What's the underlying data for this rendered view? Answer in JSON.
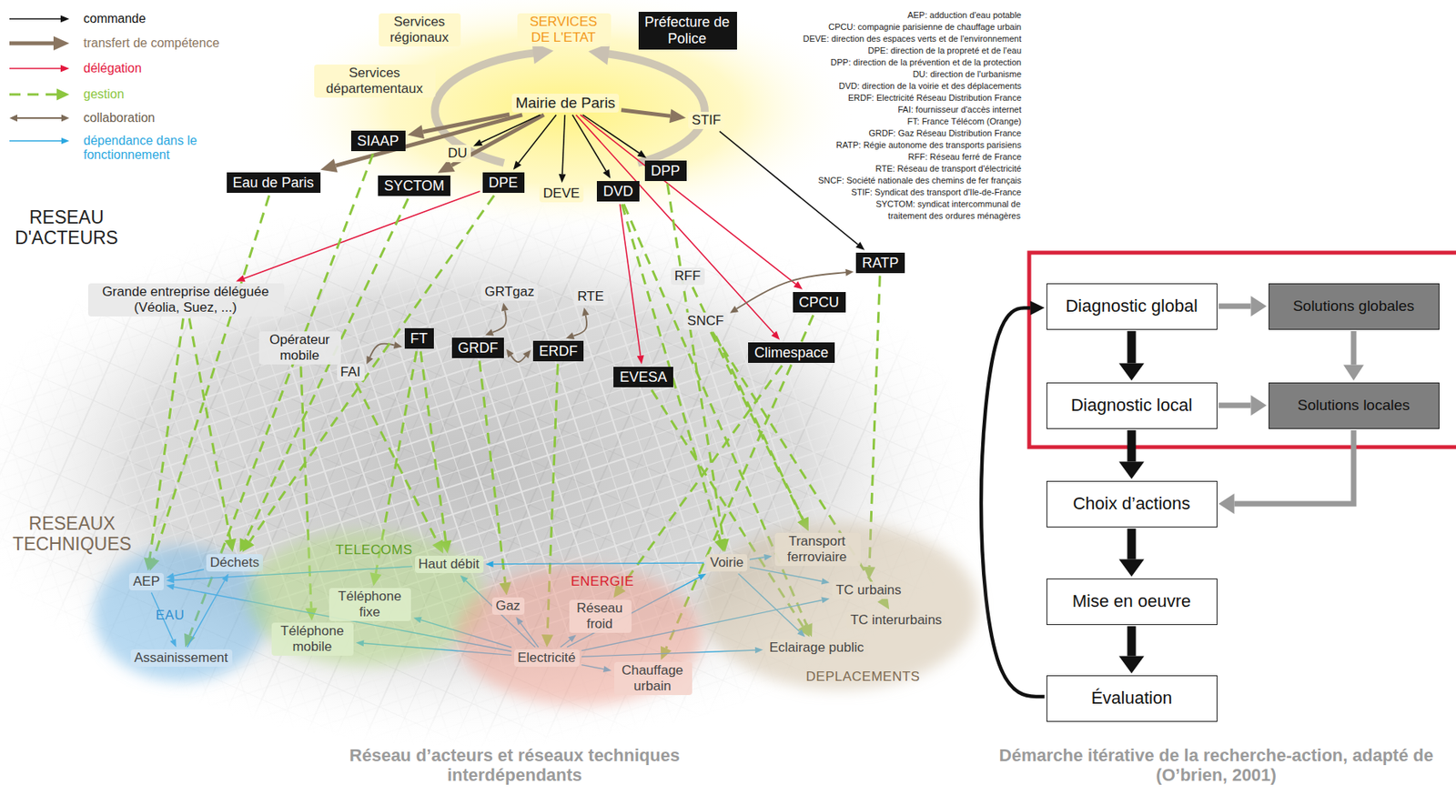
{
  "diagram": {
    "nodes": [
      {
        "text": [
          "Préfecture de Police"
        ]
      },
      {
        "text": [
          "Mairie de Paris"
        ]
      },
      {
        "text": [
          "SIAAP"
        ]
      },
      {
        "text": [
          "STIF"
        ]
      },
      {
        "text": [
          "DU"
        ]
      },
      {
        "text": [
          "Eau de Paris"
        ]
      },
      {
        "text": [
          "SYCTOM"
        ]
      },
      {
        "text": [
          "DPE"
        ]
      },
      {
        "text": [
          "DEVE"
        ]
      },
      {
        "text": [
          "DVD"
        ]
      },
      {
        "text": [
          "DPP"
        ]
      },
      {
        "text": [
          "RATP"
        ]
      },
      {
        "text": [
          "Grande entreprise déléguée (Véolia, Suez, ...)"
        ]
      },
      {
        "text": [
          "GRTgaz"
        ]
      },
      {
        "text": [
          "RTE"
        ]
      },
      {
        "text": [
          "RFF"
        ]
      },
      {
        "text": [
          "CPCU"
        ]
      },
      {
        "text": [
          "SNCF"
        ]
      },
      {
        "text": [
          "Opérateur mobile"
        ]
      },
      {
        "text": [
          "FT"
        ]
      },
      {
        "text": [
          "GRDF"
        ]
      },
      {
        "text": [
          "ERDF"
        ]
      },
      {
        "text": [
          "Climespace"
        ]
      },
      {
        "text": [
          "FAI"
        ]
      },
      {
        "text": [
          "EVESA"
        ]
      },
      {
        "text": [
          "EAU"
        ]
      },
      {
        "text": [
          "AEP"
        ],
        "in": 25
      },
      {
        "text": [
          "Déchets"
        ],
        "in": 25
      },
      {
        "text": [
          "Assainissement"
        ],
        "in": 25
      },
      {
        "text": [
          "TELECOMS"
        ]
      },
      {
        "text": [
          "Haut débit"
        ],
        "in": 29
      },
      {
        "text": [
          "Téléphone fixe"
        ],
        "in": 29
      },
      {
        "text": [
          "Téléphone mobile"
        ],
        "in": 29
      },
      {
        "text": [
          "ENERGIE"
        ]
      },
      {
        "text": [
          "Gaz"
        ],
        "in": 33
      },
      {
        "text": [
          "Réseau froid"
        ],
        "in": 33
      },
      {
        "text": [
          "Electricité"
        ],
        "in": 33
      },
      {
        "text": [
          "Chauffage urbain"
        ],
        "in": 33
      },
      {
        "text": [
          "DEPLACEMENTS"
        ]
      },
      {
        "text": [
          "Transport ferroviaire"
        ],
        "in": 38
      },
      {
        "text": [
          "Voirie"
        ],
        "in": 38
      },
      {
        "text": [
          "TC urbains"
        ],
        "in": 38
      },
      {
        "text": [
          "TC interurbains"
        ],
        "in": 38
      },
      {
        "text": [
          "Eclairage public"
        ],
        "in": 38
      },
      {
        "text": [
          "Diagnostic global"
        ]
      },
      {
        "text": [
          "Solutions globales"
        ]
      },
      {
        "text": [
          "Diagnostic local"
        ]
      },
      {
        "text": [
          "Solutions locales"
        ]
      },
      {
        "text": [
          "Choix d’actions"
        ]
      },
      {
        "text": [
          "Mise en oeuvre"
        ]
      },
      {
        "text": [
          "Évaluation"
        ]
      }
    ],
    "edges": [
      {
        "from": 1,
        "to": 2,
        "arrow": "to"
      },
      {
        "from": 1,
        "to": 5,
        "arrow": "to"
      },
      {
        "from": 1,
        "to": 6,
        "arrow": "to"
      },
      {
        "from": 1,
        "to": 3,
        "arrow": "to"
      },
      {
        "from": 1,
        "to": 4,
        "arrow": "to"
      },
      {
        "from": 1,
        "to": 7,
        "arrow": "to"
      },
      {
        "from": 1,
        "to": 8,
        "arrow": "to"
      },
      {
        "from": 1,
        "to": 9,
        "arrow": "to"
      },
      {
        "from": 1,
        "to": 10,
        "arrow": "to"
      },
      {
        "from": 3,
        "to": 11,
        "arrow": "to"
      },
      {
        "from": 7,
        "to": 12,
        "arrow": "to"
      },
      {
        "from": 9,
        "to": 24,
        "arrow": "to"
      },
      {
        "from": 1,
        "to": 16,
        "arrow": "to"
      },
      {
        "from": 1,
        "to": 22,
        "arrow": "to"
      },
      {
        "from": 19,
        "to": 23,
        "arrow": "both"
      },
      {
        "from": 20,
        "to": 13,
        "arrow": "both"
      },
      {
        "from": 20,
        "to": 21,
        "arrow": "both"
      },
      {
        "from": 21,
        "to": 14,
        "arrow": "both"
      },
      {
        "from": 11,
        "to": 17,
        "arrow": "both"
      },
      {
        "from": 12,
        "to": 26,
        "arrow": "to"
      },
      {
        "from": 12,
        "to": 27,
        "arrow": "to"
      },
      {
        "from": 5,
        "to": 26,
        "arrow": "to"
      },
      {
        "from": 2,
        "to": 28,
        "arrow": "to"
      },
      {
        "from": 6,
        "to": 27,
        "arrow": "to"
      },
      {
        "from": 7,
        "to": 27,
        "arrow": "to"
      },
      {
        "from": 18,
        "to": 32,
        "arrow": "to"
      },
      {
        "from": 19,
        "to": 31,
        "arrow": "to"
      },
      {
        "from": 19,
        "to": 30,
        "arrow": "to"
      },
      {
        "from": 23,
        "to": 30,
        "arrow": "to"
      },
      {
        "from": 20,
        "to": 34,
        "arrow": "to"
      },
      {
        "from": 21,
        "to": 36,
        "arrow": "to"
      },
      {
        "from": 9,
        "to": 40,
        "arrow": "to"
      },
      {
        "from": 9,
        "to": 43,
        "arrow": "to"
      },
      {
        "from": 24,
        "to": 43,
        "arrow": "to"
      },
      {
        "from": 16,
        "to": 37,
        "arrow": "to"
      },
      {
        "from": 22,
        "to": 35,
        "arrow": "to"
      },
      {
        "from": 11,
        "to": 41,
        "arrow": "to"
      },
      {
        "from": 17,
        "to": 39,
        "arrow": "to"
      },
      {
        "from": 17,
        "to": 42,
        "arrow": "to"
      },
      {
        "from": 15,
        "to": 39,
        "arrow": "to"
      },
      {
        "from": 10,
        "to": 40,
        "arrow": "to"
      },
      {
        "from": 26,
        "to": 28,
        "arrow": "to"
      },
      {
        "from": 27,
        "to": 26,
        "arrow": "to"
      },
      {
        "from": 28,
        "to": 27,
        "arrow": "to"
      },
      {
        "from": 30,
        "to": 26,
        "arrow": "to"
      },
      {
        "from": 40,
        "to": 30,
        "arrow": "to"
      },
      {
        "from": 36,
        "to": 26,
        "arrow": "to"
      },
      {
        "from": 36,
        "to": 31,
        "arrow": "to"
      },
      {
        "from": 36,
        "to": 32,
        "arrow": "to"
      },
      {
        "from": 36,
        "to": 30,
        "arrow": "to"
      },
      {
        "from": 36,
        "to": 34,
        "arrow": "to"
      },
      {
        "from": 36,
        "to": 35,
        "arrow": "to"
      },
      {
        "from": 36,
        "to": 37,
        "arrow": "to"
      },
      {
        "from": 36,
        "to": 40,
        "arrow": "to"
      },
      {
        "from": 36,
        "to": 41,
        "arrow": "to"
      },
      {
        "from": 36,
        "to": 43,
        "arrow": "to"
      },
      {
        "from": 40,
        "to": 41,
        "arrow": "to"
      },
      {
        "from": 40,
        "to": 43,
        "arrow": "to"
      },
      {
        "from": 40,
        "to": 39,
        "arrow": "to"
      },
      {
        "from": 44,
        "to": 45,
        "arrow": "to"
      },
      {
        "from": 44,
        "to": 46,
        "arrow": "to"
      },
      {
        "from": 45,
        "to": 47,
        "arrow": "to"
      },
      {
        "from": 46,
        "to": 47,
        "arrow": "to"
      },
      {
        "from": 46,
        "to": 48,
        "arrow": "to"
      },
      {
        "from": 47,
        "to": 48,
        "arrow": "to"
      },
      {
        "from": 48,
        "to": 49,
        "arrow": "to"
      },
      {
        "from": 49,
        "to": 50,
        "arrow": "to"
      },
      {
        "from": 50,
        "to": 44,
        "arrow": "to"
      }
    ],
    "labels": [
      "Services régionaux",
      "SERVICES DE L'ETAT",
      "Services départementaux",
      "RESEAU D'ACTEURS",
      "AEP: adduction d'eau potable",
      "CPCU: compagnie parisienne de chauffage urbain",
      "DEVE: direction des espaces verts et de l'environnement",
      "DPE: direction de la propreté et de l'eau",
      "DPP: direction de la prévention et de la protection",
      "DU: direction de l'urbanisme",
      "DVD: direction de la voirie et des déplacements",
      "ERDF: Electricité Réseau Distribution France",
      "FAI: fournisseur d'accès internet",
      "FT: France Télécom (Orange)",
      "GRDF: Gaz Réseau Distribution France",
      "RATP: Régie autonome des transports parisiens",
      "RFF: Réseau ferré de France",
      "RTE: Réseau de transport d'électricité",
      "SNCF: Société nationale des chemins de fer français",
      "STIF: Syndicat des transport d'Ile-de-France",
      "SYCTOM: syndicat intercommunal de traitement des ordures ménagères",
      "RESEAUX TECHNIQUES",
      "Réseau d’acteurs et réseaux techniques interdépendants",
      "Démarche itérative de la recherche-action, adapté de (O’brien, 2001)"
    ],
    "legend": [
      {
        "text": "commande"
      },
      {
        "text": "transfert de compétence"
      },
      {
        "text": "délégation"
      },
      {
        "text": "gestion"
      },
      {
        "text": "collaboration"
      },
      {
        "text": "dépendance dans le fonctionnement"
      }
    ]
  }
}
